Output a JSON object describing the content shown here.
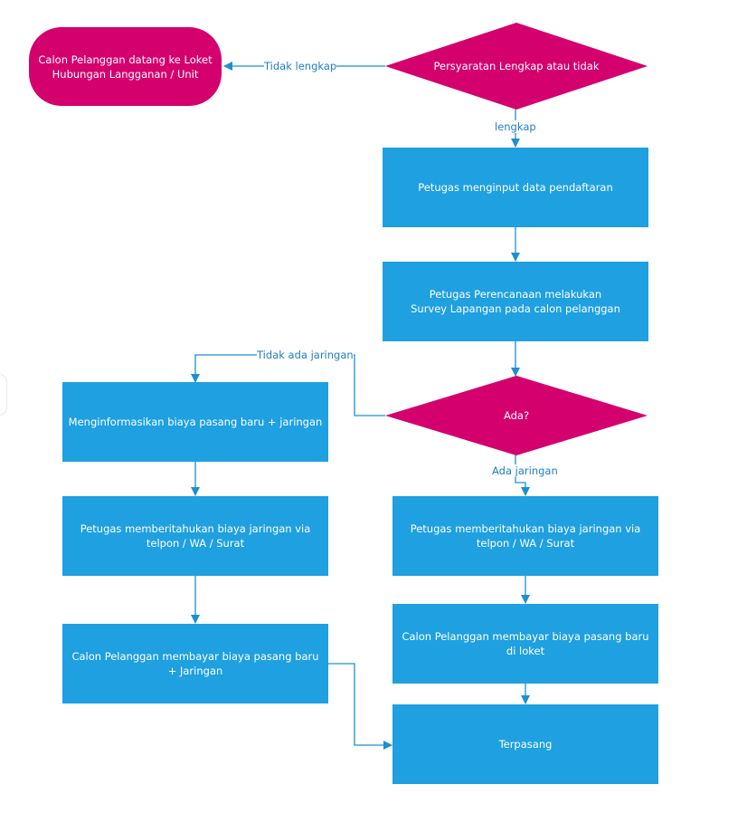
{
  "colors": {
    "process": "#1fa0e0",
    "decision": "#d4006e",
    "terminal": "#d4006e",
    "edge": "#1e8fd0",
    "label": "#1e7fc2"
  },
  "nodes": {
    "start": "Calon Pelanggan datang ke Loket Hubungan Langganan / Unit",
    "check_requirements": "Persyaratan Lengkap atau tidak",
    "input_registration": "Petugas menginput data pendaftaran",
    "survey": "Petugas Perencanaan melakukan Survey Lapangan pada calon pelanggan",
    "network_check": "Ada?",
    "inform_cost_network": "Menginformasikan biaya pasang baru + jaringan",
    "notify_left": "Petugas memberitahukan biaya jaringan via telpon / WA / Surat",
    "pay_left": "Calon Pelanggan membayar biaya pasang baru + Jaringan",
    "notify_right": "Petugas memberitahukan biaya jaringan via telpon / WA / Surat",
    "pay_right": "Calon Pelanggan membayar biaya pasang baru di loket",
    "installed": "Terpasang"
  },
  "edge_labels": {
    "incomplete": "Tidak lengkap",
    "complete": "lengkap",
    "no_network": "Tidak ada jaringan",
    "has_network": "Ada jaringan"
  }
}
